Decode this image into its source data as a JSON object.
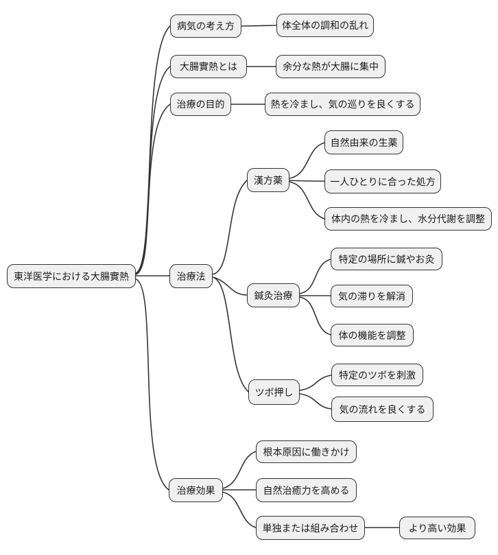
{
  "mindmap": {
    "diagram_type": "mindmap",
    "colors": {
      "background": "#ffffff",
      "node_fill": "#f0f0f0",
      "node_border": "#333333",
      "edge": "#333333",
      "text": "#1a1a1a"
    },
    "root": {
      "label": "東洋医学における大腸實熱",
      "children": [
        {
          "label": "病気の考え方",
          "children": [
            {
              "label": "体全体の調和の乱れ"
            }
          ]
        },
        {
          "label": "大腸實熱とは",
          "children": [
            {
              "label": "余分な熱が大腸に集中"
            }
          ]
        },
        {
          "label": "治療の目的",
          "children": [
            {
              "label": "熱を冷まし、気の巡りを良くする"
            }
          ]
        },
        {
          "label": "治療法",
          "children": [
            {
              "label": "漢方薬",
              "children": [
                {
                  "label": "自然由来の生薬"
                },
                {
                  "label": "一人ひとりに合った処方"
                },
                {
                  "label": "体内の熱を冷まし、水分代謝を調整"
                }
              ]
            },
            {
              "label": "鍼灸治療",
              "children": [
                {
                  "label": "特定の場所に鍼やお灸"
                },
                {
                  "label": "気の滞りを解消"
                },
                {
                  "label": "体の機能を調整"
                }
              ]
            },
            {
              "label": "ツボ押し",
              "children": [
                {
                  "label": "特定のツボを刺激"
                },
                {
                  "label": "気の流れを良くする"
                }
              ]
            }
          ]
        },
        {
          "label": "治療効果",
          "children": [
            {
              "label": "根本原因に働きかけ"
            },
            {
              "label": "自然治癒力を高める"
            },
            {
              "label": "単独または組み合わせ",
              "children": [
                {
                  "label": "より高い効果"
                }
              ]
            }
          ]
        }
      ]
    }
  }
}
